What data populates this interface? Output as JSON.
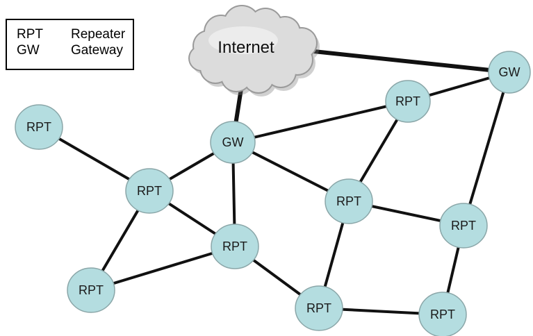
{
  "legend": {
    "items": [
      {
        "abbr": "RPT",
        "desc": "Repeater"
      },
      {
        "abbr": "GW",
        "desc": "Gateway"
      }
    ]
  },
  "cloud": {
    "label": "Internet"
  },
  "colors": {
    "node_fill": "#b4dde0",
    "node_stroke": "#8aa6a8",
    "line": "#111111",
    "cloud_fill": "#dcdcdc",
    "cloud_stroke": "#9a9a9a"
  },
  "nodes": [
    {
      "id": "gw-right",
      "label": "GW"
    },
    {
      "id": "rpt-top-right",
      "label": "RPT"
    },
    {
      "id": "rpt-far-left",
      "label": "RPT"
    },
    {
      "id": "gw-center",
      "label": "GW"
    },
    {
      "id": "rpt-left",
      "label": "RPT"
    },
    {
      "id": "rpt-center-right",
      "label": "RPT"
    },
    {
      "id": "rpt-right",
      "label": "RPT"
    },
    {
      "id": "rpt-center",
      "label": "RPT"
    },
    {
      "id": "rpt-bottom-left",
      "label": "RPT"
    },
    {
      "id": "rpt-bottom-center",
      "label": "RPT"
    },
    {
      "id": "rpt-bottom-right",
      "label": "RPT"
    }
  ],
  "links": [
    {
      "from": "cloud",
      "to": "gw-right",
      "thick": true
    },
    {
      "from": "cloud",
      "to": "gw-center",
      "thick": true
    },
    {
      "from": "gw-center",
      "to": "rpt-top-right"
    },
    {
      "from": "rpt-top-right",
      "to": "gw-right"
    },
    {
      "from": "rpt-top-right",
      "to": "rpt-center-right"
    },
    {
      "from": "gw-right",
      "to": "rpt-right"
    },
    {
      "from": "rpt-far-left",
      "to": "rpt-left"
    },
    {
      "from": "gw-center",
      "to": "rpt-left"
    },
    {
      "from": "gw-center",
      "to": "rpt-center"
    },
    {
      "from": "gw-center",
      "to": "rpt-center-right"
    },
    {
      "from": "rpt-left",
      "to": "rpt-center"
    },
    {
      "from": "rpt-left",
      "to": "rpt-bottom-left"
    },
    {
      "from": "rpt-center",
      "to": "rpt-bottom-left"
    },
    {
      "from": "rpt-center",
      "to": "rpt-bottom-center"
    },
    {
      "from": "rpt-center-right",
      "to": "rpt-right"
    },
    {
      "from": "rpt-center-right",
      "to": "rpt-bottom-center"
    },
    {
      "from": "rpt-bottom-center",
      "to": "rpt-bottom-right"
    },
    {
      "from": "rpt-right",
      "to": "rpt-bottom-right"
    }
  ]
}
